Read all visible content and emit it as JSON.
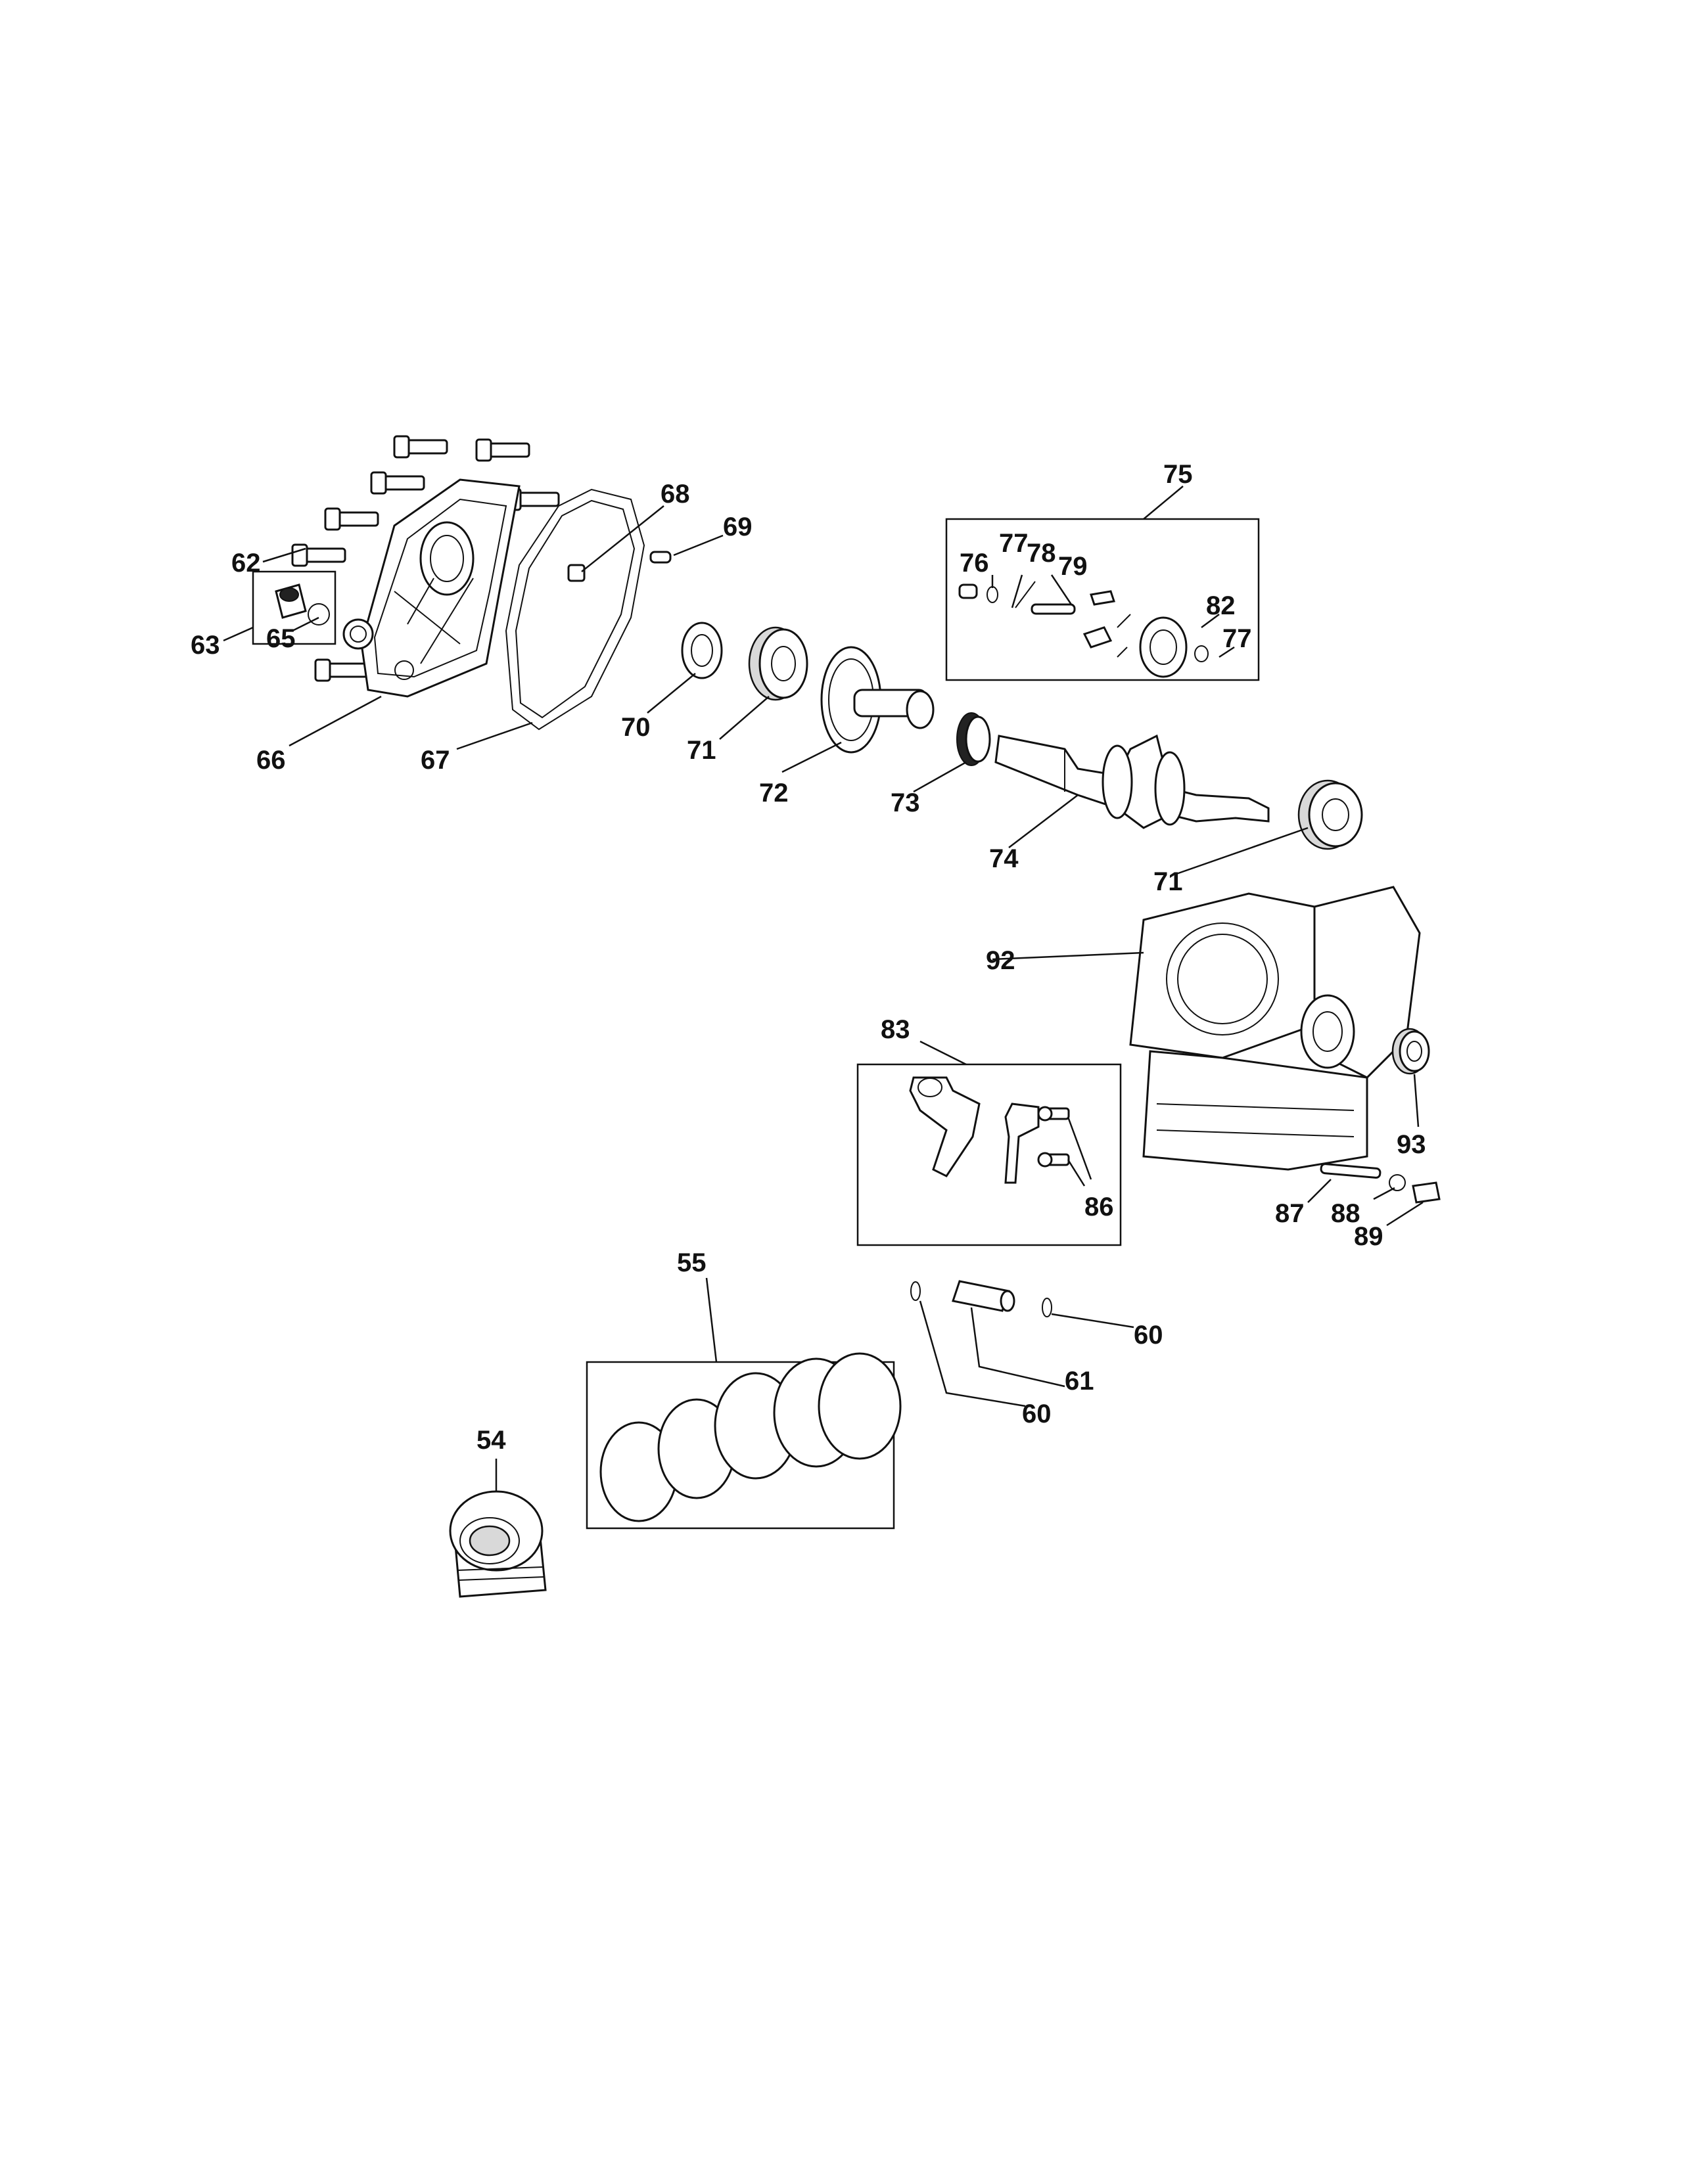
{
  "callouts": {
    "c54": "54",
    "c55": "55",
    "c60a": "60",
    "c60b": "60",
    "c61": "61",
    "c62": "62",
    "c63": "63",
    "c65": "65",
    "c66": "66",
    "c67": "67",
    "c68": "68",
    "c69": "69",
    "c70": "70",
    "c71a": "71",
    "c71b": "71",
    "c72": "72",
    "c73": "73",
    "c74": "74",
    "c75": "75",
    "c76": "76",
    "c77a": "77",
    "c77b": "77",
    "c78": "78",
    "c79": "79",
    "c82": "82",
    "c83": "83",
    "c86": "86",
    "c87": "87",
    "c88": "88",
    "c89": "89",
    "c92": "92",
    "c93": "93"
  }
}
